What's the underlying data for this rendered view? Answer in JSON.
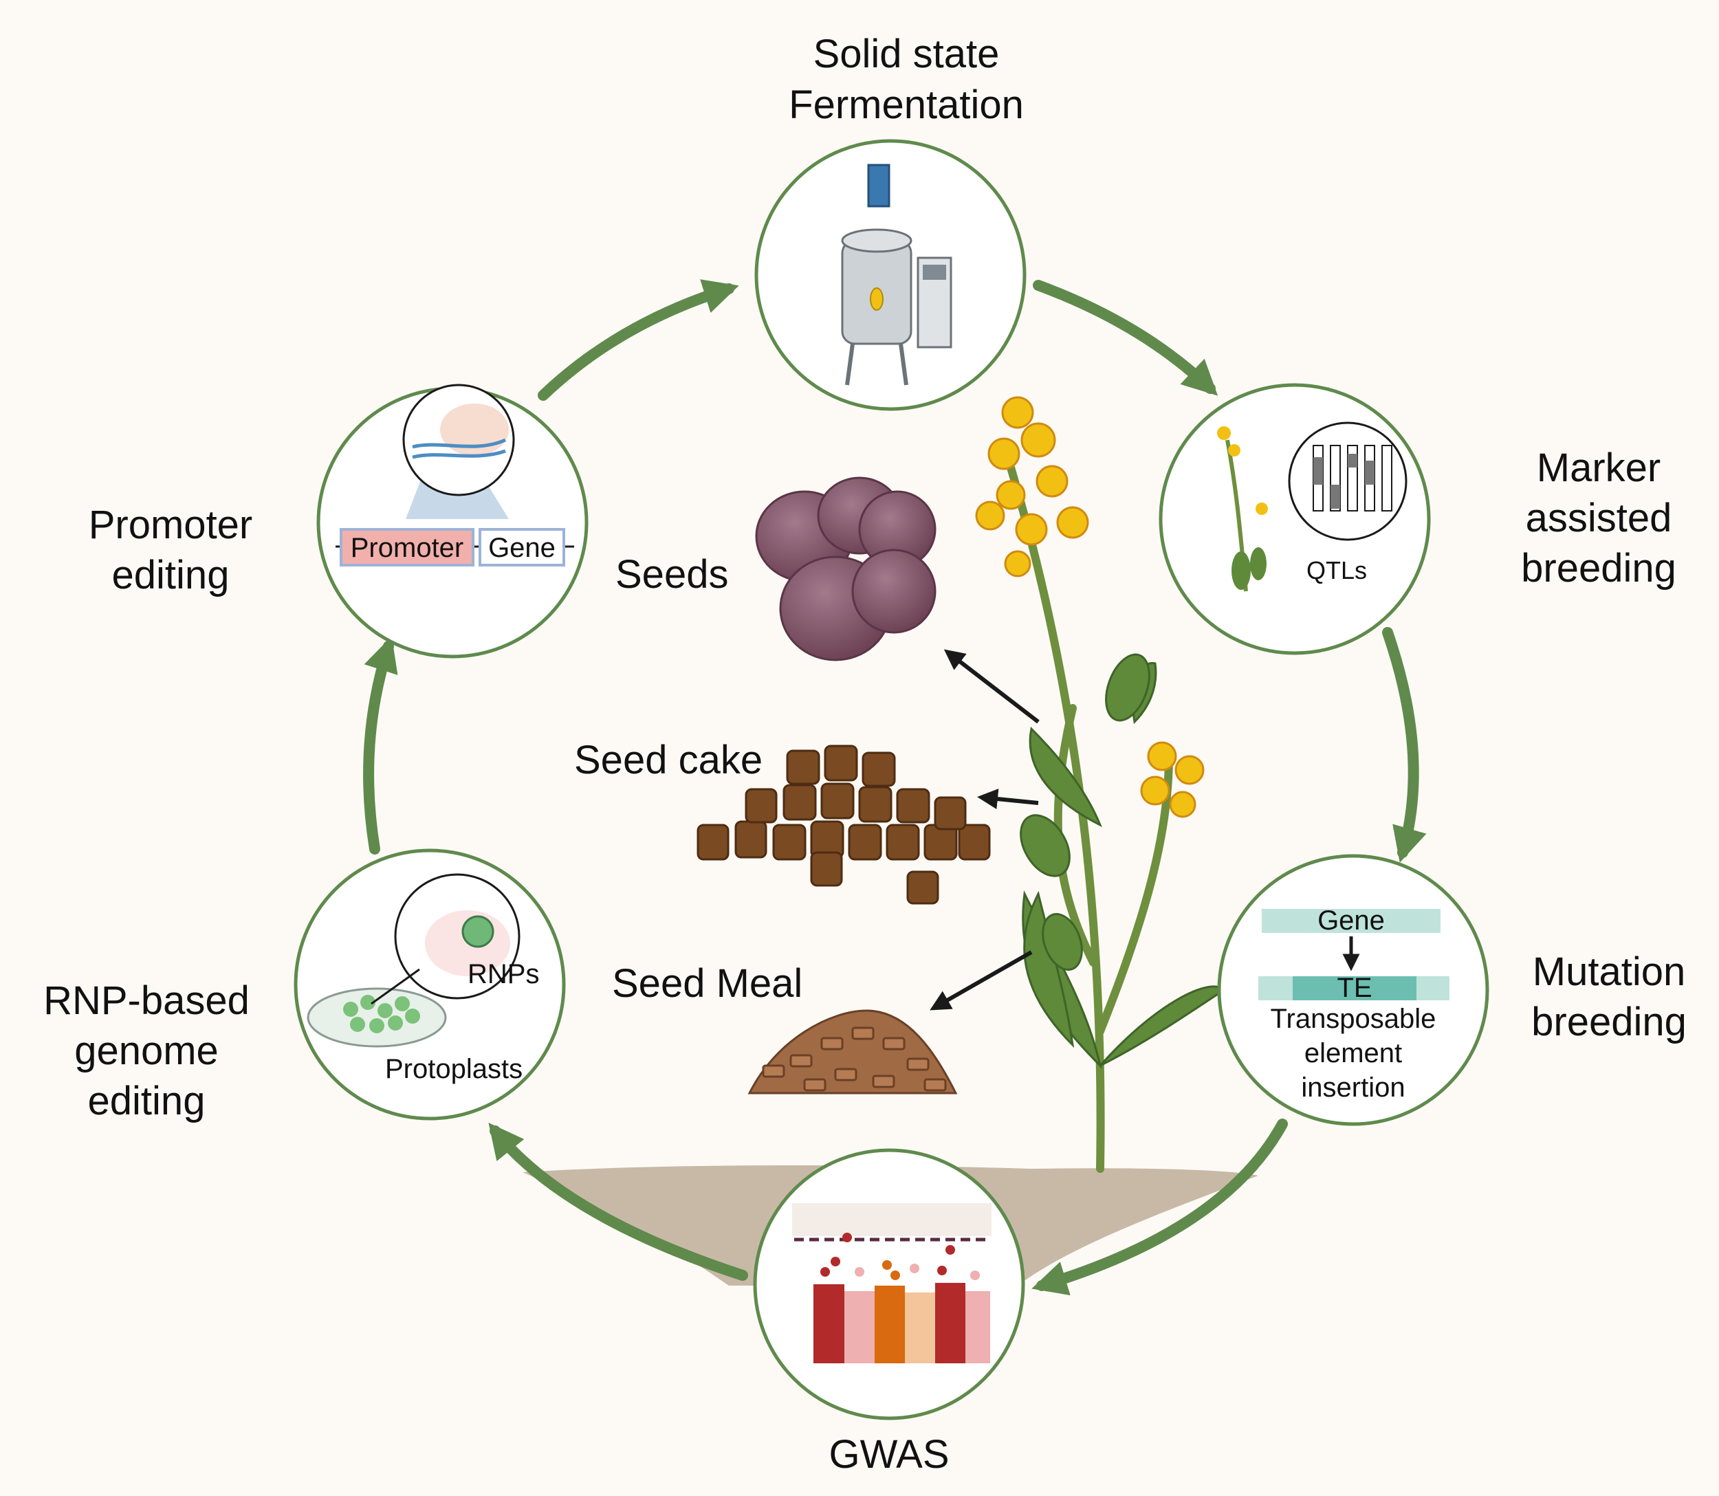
{
  "stages": {
    "fermentation": [
      "Solid state",
      "Fermentation"
    ],
    "marker": [
      "Marker",
      "assisted",
      "breeding"
    ],
    "mutation": [
      "Mutation",
      "breeding"
    ],
    "gwas": "GWAS",
    "rnp": [
      "RNP-based",
      "genome",
      "editing"
    ],
    "promoter": [
      "Promoter",
      "editing"
    ]
  },
  "inner_labels": {
    "promoter_box": "Promoter",
    "gene_box": "Gene",
    "qtls": "QTLs",
    "mutation_gene": "Gene",
    "te": "TE",
    "te_caption": [
      "Transposable",
      "element",
      "insertion"
    ],
    "rnps": "RNPs",
    "protoplasts": "Protoplasts"
  },
  "products": {
    "seeds": "Seeds",
    "seed_cake": "Seed cake",
    "seed_meal": "Seed Meal"
  },
  "colors": {
    "green": "#5f8a4c",
    "background": "#fdfaf6",
    "soil": "#c8b9a7",
    "flower": "#f2c012",
    "seed": "#8a5a70",
    "cake": "#7a4a22",
    "meal": "#a06a45"
  }
}
